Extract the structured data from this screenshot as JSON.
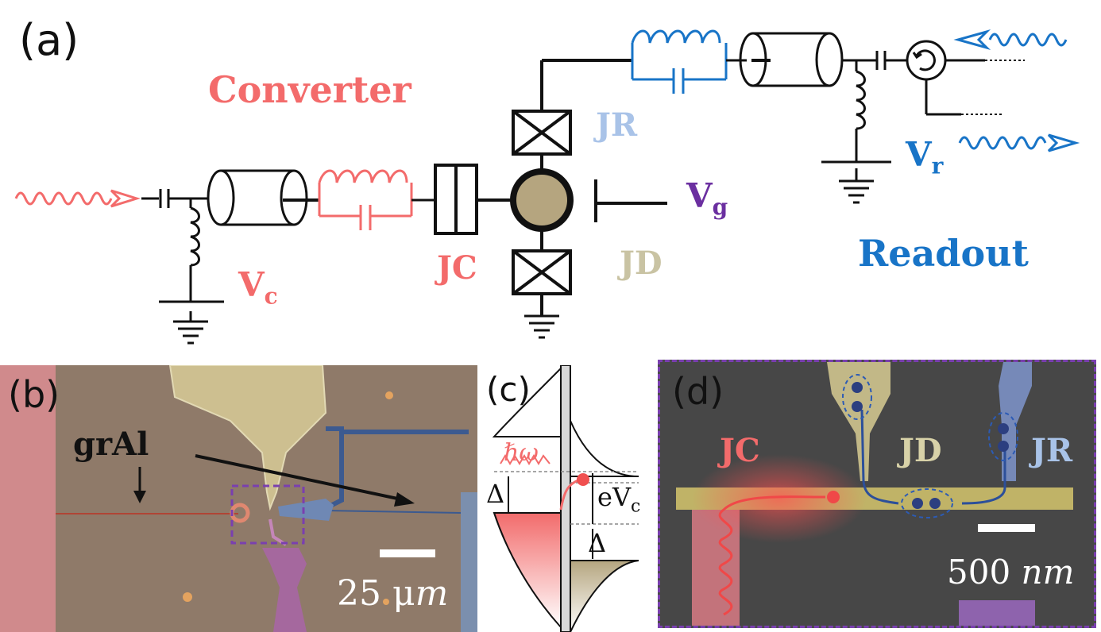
{
  "panel_a": {
    "label": "(a)",
    "converter": "Converter",
    "readout": "Readout",
    "jr": "JR",
    "jc": "JC",
    "jd": "JD",
    "vc_main": "V",
    "vc_sub": "c",
    "vg_main": "V",
    "vg_sub": "g",
    "vr_main": "V",
    "vr_sub": "r"
  },
  "panel_b": {
    "label": "(b)",
    "gral": "grAl",
    "scale_value": "25 μ",
    "scale_unit": "m"
  },
  "panel_c": {
    "label": "(c)",
    "hbar_omega": "ℏω",
    "delta_left": "Δ",
    "evc_main": "eV",
    "evc_sub": "c",
    "delta_right": "Δ"
  },
  "panel_d": {
    "label": "(d)",
    "jc": "JC",
    "jd": "JD",
    "jr": "JR",
    "scale_value": "500 ",
    "scale_unit": "nm"
  },
  "colors": {
    "converter": "#f36b6b",
    "readout": "#1874c7",
    "gate": "#6b2fa0",
    "island": "#b5a57f",
    "jr_light": "#a9c3e8",
    "jd_light": "#c9c3a3"
  }
}
